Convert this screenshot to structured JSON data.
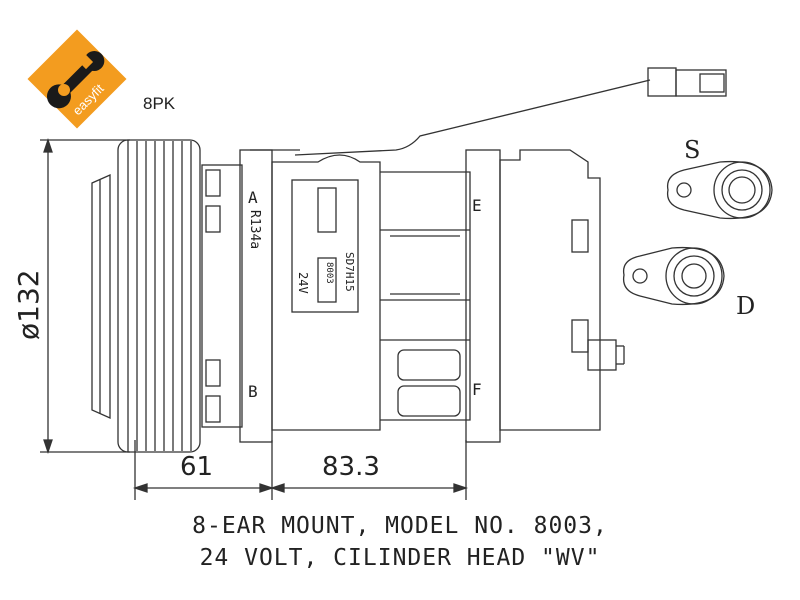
{
  "logo": {
    "text": "easyfit",
    "color": "#f39c1f"
  },
  "belt_label": "8PK",
  "dimensions": {
    "diameter": "ø132",
    "left_width": "61",
    "right_width": "83.3"
  },
  "ports": {
    "suction": "S",
    "discharge": "D"
  },
  "mount_labels": {
    "top_front": "A",
    "bottom_front": "B",
    "top_rear": "E",
    "bottom_rear": "F"
  },
  "nameplate": {
    "refrigerant": "R134a",
    "voltage": "24V",
    "model": "SD7H15",
    "number": "8003"
  },
  "caption": {
    "line1": "8-EAR MOUNT, MODEL NO. 8003,",
    "line2": "24 VOLT, CILINDER HEAD \"WV\""
  }
}
